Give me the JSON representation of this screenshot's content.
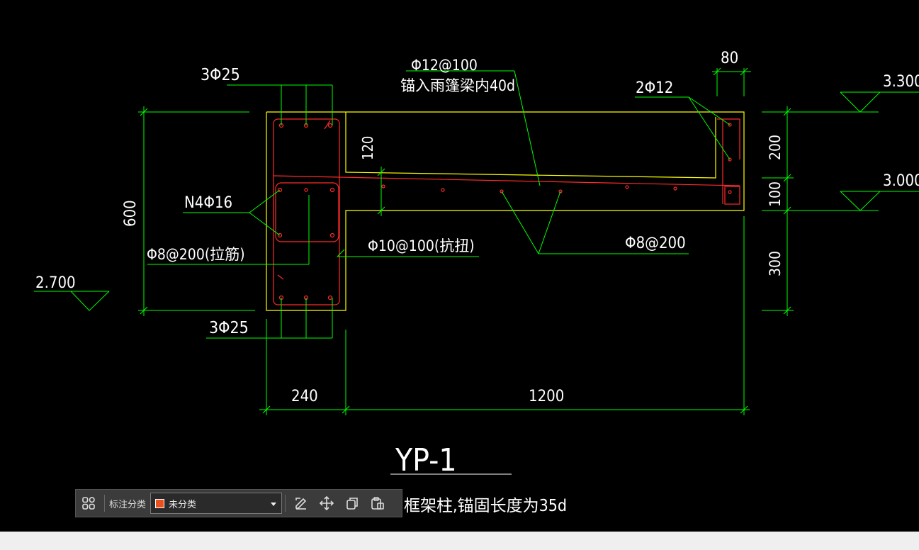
{
  "colors": {
    "background": "#000000",
    "dimension_lines": "#00ff00",
    "outline": "#ffff00",
    "rebar": "#ff2a2a",
    "text": "#ffffff",
    "category_swatch": "#e8501f"
  },
  "annotations": {
    "top_bars_left": "3Φ25",
    "bottom_bars_left": "3Φ25",
    "slab_bars": "Φ12@100",
    "anchor_note": "锚入雨篷梁内40d",
    "tip_bars": "2Φ12",
    "side_bars": "N4Φ16",
    "ties": "Φ8@200(拉筋)",
    "torsion_stirrups": "Φ10@100(抗扭)",
    "distribution_bars": "Φ8@200",
    "slab_thickness": "120"
  },
  "dimensions": {
    "height_total": "600",
    "top_width": "80",
    "right_upper": "200",
    "right_middle": "100",
    "right_lower": "300",
    "bottom_left": "240",
    "bottom_right": "1200"
  },
  "elevations": {
    "left": "2.700",
    "right_top": "3.300",
    "right_mid": "3.000"
  },
  "title": "YP-1",
  "note": "框架柱,锚固长度为35d",
  "toolbar": {
    "icons": [
      "app-grid-icon",
      "edit-icon",
      "move-icon",
      "copy-icon",
      "paste-icon"
    ],
    "category_label": "标注分类",
    "category_value": "未分类"
  }
}
